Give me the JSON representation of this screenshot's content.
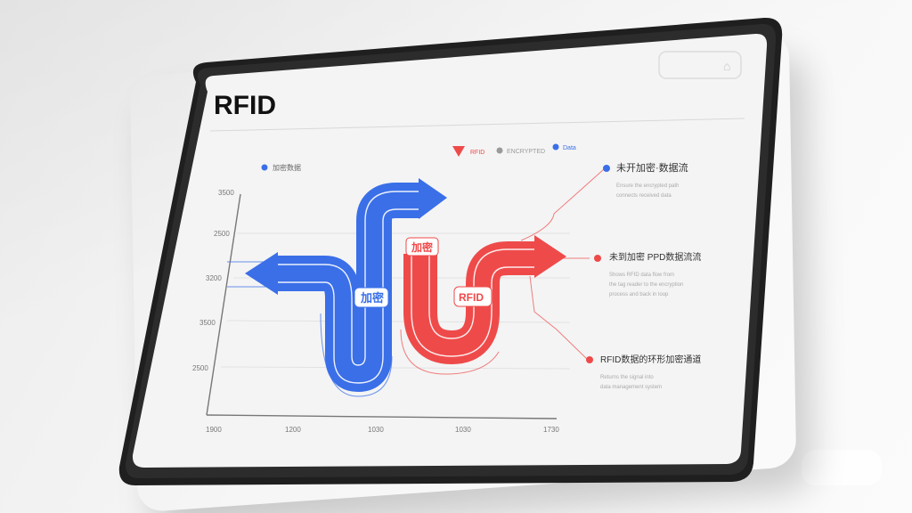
{
  "title": "RFID",
  "header_badge": "⌂",
  "legend_top": [
    {
      "label": "RFID",
      "color": "#ef4a4a",
      "icon": "triangle-down-icon"
    },
    {
      "label": "ENCRYPTED",
      "color": "#9a9a9a",
      "icon": "gray-dot-icon"
    },
    {
      "label": "Data",
      "color": "#3a6fe8",
      "icon": "blue-dot-icon"
    }
  ],
  "legend_left": {
    "label": "加密数据",
    "color": "#3a6fe8"
  },
  "y_ticks": [
    "3500",
    "2500",
    "3200",
    "3500",
    "2500"
  ],
  "x_ticks": [
    "1900",
    "1200",
    "1030",
    "1030",
    "1730"
  ],
  "flow_labels": {
    "blue_tag": "加密",
    "red_tag_top": "加密",
    "red_tag": "RFID"
  },
  "callouts": [
    {
      "title": "未开加密·数据流",
      "line1": "Ensure the encrypted path",
      "line2": "connects received data",
      "dot": "#3a6fe8"
    },
    {
      "title": "未到加密 PPD数据流流",
      "line1": "Shows RFID data flow from",
      "line2": "the tag reader to the encryption",
      "line3": "process and back in loop",
      "dot": "#ef4a4a"
    },
    {
      "title": "RFID数据的环形加密通道",
      "line1": "Returns the signal into",
      "line2": "data management system",
      "dot": "#ef4a4a"
    }
  ],
  "colors": {
    "blue": "#3a6fe8",
    "red": "#ef4a4a",
    "frame": "#1f1f1f",
    "screen": "#f4f4f4"
  }
}
